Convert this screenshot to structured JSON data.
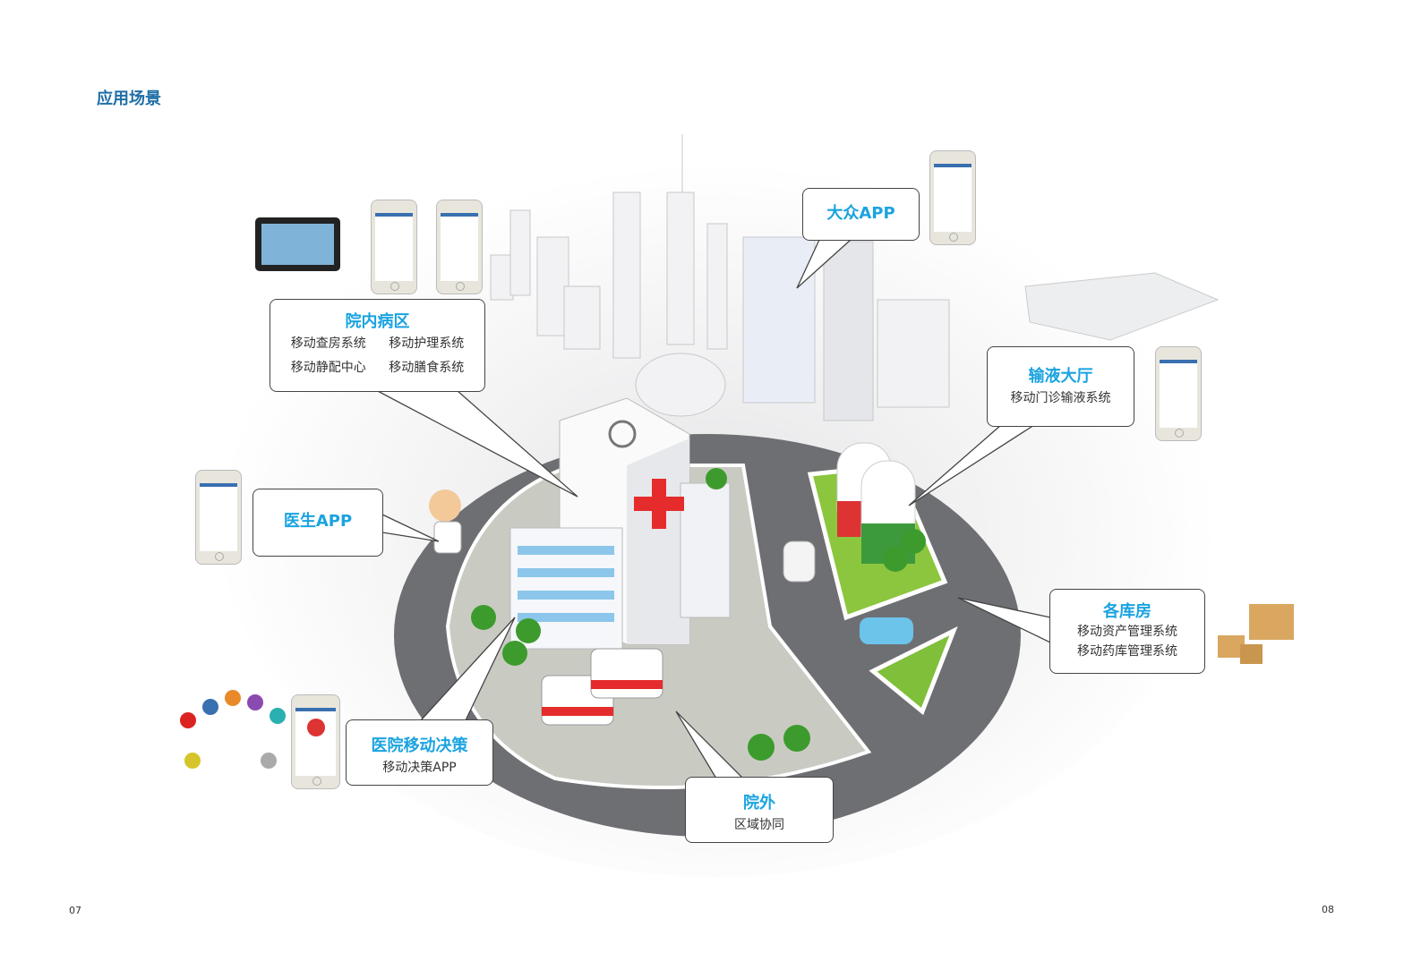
{
  "page": {
    "title": "应用场景",
    "page_left": "07",
    "page_right": "08"
  },
  "callouts": {
    "ward": {
      "title": "院内病区",
      "items": [
        "移动查房系统",
        "移动护理系统",
        "移动静配中心",
        "移动膳食系统"
      ]
    },
    "public_app": {
      "title": "大众APP"
    },
    "infusion": {
      "title": "输液大厅",
      "items": [
        "移动门诊输液系统"
      ]
    },
    "doctor_app": {
      "title": "医生APP"
    },
    "warehouse": {
      "title": "各库房",
      "items": [
        "移动资产管理系统",
        "移动药库管理系统"
      ]
    },
    "decision": {
      "title": "医院移动决策",
      "items": [
        "移动决策APP"
      ]
    },
    "outside": {
      "title": "院外",
      "items": [
        "区域协同"
      ]
    }
  },
  "colors": {
    "accent": "#1aa3e0",
    "title": "#1f6ea6",
    "road": "#6e6f73"
  }
}
